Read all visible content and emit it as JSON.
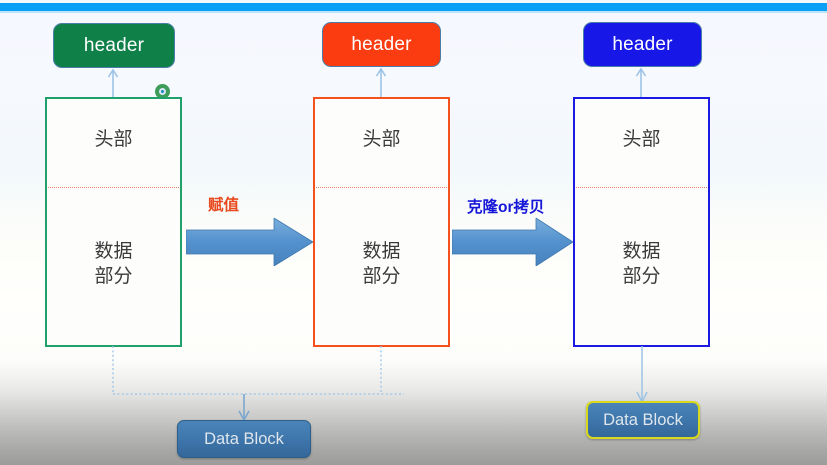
{
  "page": {
    "title": "Object assignment vs clone/copy diagram",
    "background_top_color": "#f5f8fe",
    "background_bottom_color": "#9c9c9b"
  },
  "topbar": {
    "name": "progress-bar",
    "color": "#0aa0f5"
  },
  "headers": [
    {
      "label": "header",
      "color": "#108049",
      "name": "header-pill-green"
    },
    {
      "label": "header",
      "color": "#fa3c10",
      "name": "header-pill-red"
    },
    {
      "label": "header",
      "color": "#1717e8",
      "name": "header-pill-blue"
    }
  ],
  "structs": [
    {
      "name": "struct-box-green",
      "border_color": "#22a06b",
      "top_label": "头部",
      "bottom_label": "数据\n部分"
    },
    {
      "name": "struct-box-red",
      "border_color": "#f4511e",
      "top_label": "头部",
      "bottom_label": "数据\n部分"
    },
    {
      "name": "struct-box-blue",
      "border_color": "#1a1ae0",
      "top_label": "头部",
      "bottom_label": "数据\n部分"
    }
  ],
  "arrows": [
    {
      "name": "assign-arrow",
      "label": "赋值",
      "label_color": "#e8491d"
    },
    {
      "name": "clone-arrow",
      "label": "克隆or拷贝",
      "label_color": "#1616d8"
    }
  ],
  "data_blocks": [
    {
      "name": "data-block-shared",
      "label": "Data Block",
      "highlight": "none"
    },
    {
      "name": "data-block-cloned",
      "label": "Data Block",
      "highlight": "#d8d81c"
    }
  ],
  "cursor": {
    "name": "cursor-marker",
    "ring_color": "#3f9d5a",
    "center_color": "#1f86c8"
  }
}
